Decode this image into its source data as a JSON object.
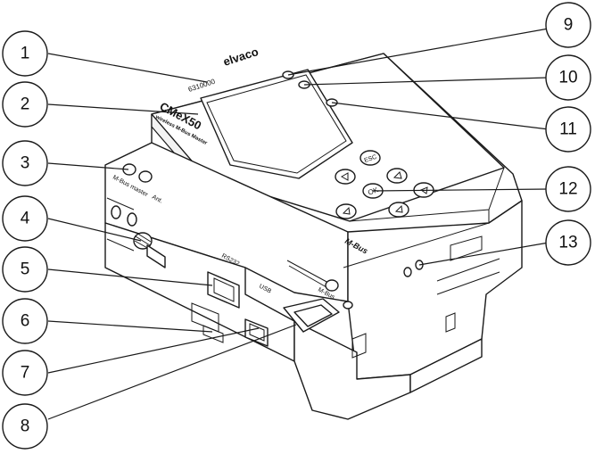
{
  "device": {
    "brand": "elvaco",
    "serial": "6310000",
    "model": "CMeX50",
    "subtitle": "wireless M-Bus Master",
    "port_labels": {
      "mbus_master": "M-Bus master",
      "ant": "Ant.",
      "rs232": "RS232",
      "usb": "USB",
      "mbus": "M-Bus"
    },
    "buttons": {
      "esc": "ESC",
      "ok": "OK"
    },
    "logo": "M-Bus"
  },
  "callouts": [
    "1",
    "2",
    "3",
    "4",
    "5",
    "6",
    "7",
    "8",
    "9",
    "10",
    "11",
    "12",
    "13"
  ]
}
